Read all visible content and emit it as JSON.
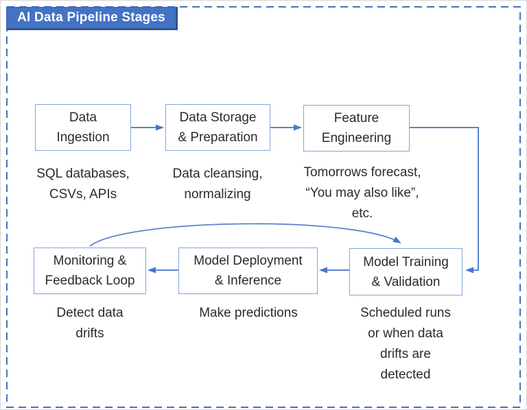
{
  "title": "AI Data Pipeline Stages",
  "colors": {
    "accent_blue": "#4472C4",
    "accent_dark_blue": "#2F528F",
    "box_border_blue": "#84A3DE",
    "connector_blue": "#5B83CE",
    "text_dark": "#2B2B2B",
    "background": "#FFFFFF"
  },
  "stages": [
    {
      "id": "data-ingestion",
      "label": "Data\nIngestion",
      "caption": "SQL databases,\nCSVs, APIs"
    },
    {
      "id": "data-storage-preparation",
      "label": "Data Storage\n& Preparation",
      "caption": "Data cleansing,\nnormalizing"
    },
    {
      "id": "feature-engineering",
      "label": "Feature\nEngineering",
      "caption": "Tomorrows forecast,\n“You may also like”,\netc."
    },
    {
      "id": "monitoring-feedback-loop",
      "label": "Monitoring &\nFeedback Loop",
      "caption": "Detect data\ndrifts"
    },
    {
      "id": "model-deployment-inference",
      "label": "Model Deployment\n& Inference",
      "caption": "Make predictions"
    },
    {
      "id": "model-training-validation",
      "label": "Model Training\n& Validation",
      "caption": "Scheduled runs\nor when data\ndrifts are\ndetected"
    }
  ],
  "connections": [
    {
      "from": "data-ingestion",
      "to": "data-storage-preparation"
    },
    {
      "from": "data-storage-preparation",
      "to": "feature-engineering"
    },
    {
      "from": "feature-engineering",
      "to": "model-training-validation"
    },
    {
      "from": "model-training-validation",
      "to": "model-deployment-inference"
    },
    {
      "from": "model-deployment-inference",
      "to": "monitoring-feedback-loop"
    },
    {
      "from": "monitoring-feedback-loop",
      "to": "model-training-validation",
      "style": "curved-feedback"
    }
  ]
}
